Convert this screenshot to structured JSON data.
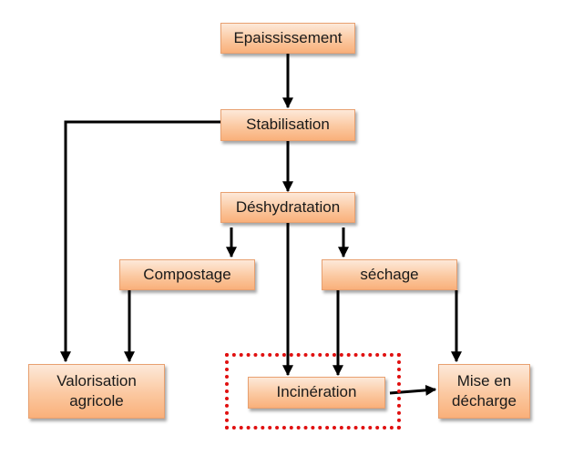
{
  "nodes": {
    "epaississement": "Epaississement",
    "stabilisation": "Stabilisation",
    "deshydratation": "Déshydratation",
    "compostage": "Compostage",
    "sechage": "séchage",
    "valorisation": "Valorisation agricole",
    "incineration": "Incinération",
    "mise_en_decharge": "Mise en décharge"
  },
  "colors": {
    "box_fill_top": "#fde9d9",
    "box_fill_bottom": "#f9b07a",
    "box_border": "#e8a070",
    "arrow": "#000000",
    "highlight_dashed": "#e01010"
  }
}
